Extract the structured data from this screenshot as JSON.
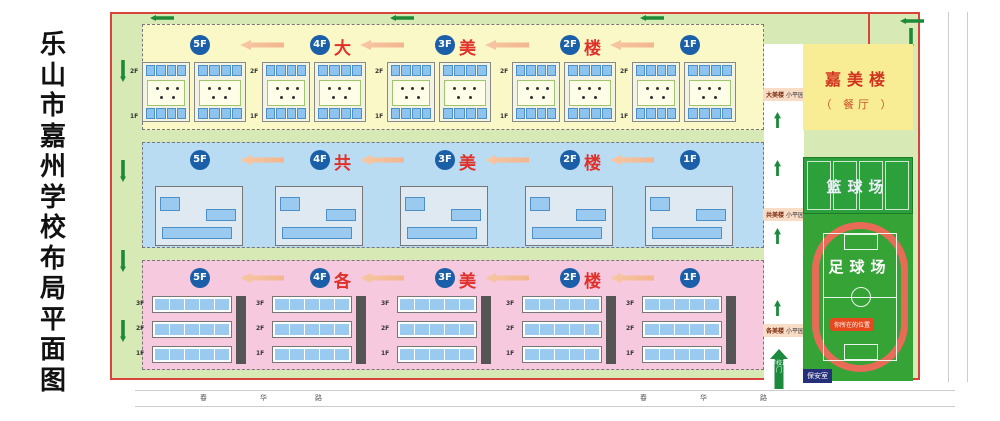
{
  "title": [
    "乐",
    "山",
    "市",
    "嘉",
    "州",
    "学",
    "校",
    "布",
    "局",
    "平",
    "面",
    "图"
  ],
  "rows": [
    {
      "name_chars": [
        "大",
        "美",
        "楼"
      ],
      "tag": "大美楼",
      "tag_sub": "小平园"
    },
    {
      "name_chars": [
        "共",
        "美",
        "楼"
      ],
      "tag": "共美楼",
      "tag_sub": "小平园"
    },
    {
      "name_chars": [
        "各",
        "美",
        "楼"
      ],
      "tag": "各美楼",
      "tag_sub": "小平园"
    }
  ],
  "floors": [
    "5F",
    "4F",
    "3F",
    "2F",
    "1F"
  ],
  "floor_labels": {
    "second": "2F",
    "first": "1F",
    "third": "3F"
  },
  "canteen": {
    "name": "嘉美楼",
    "sub": "（ 餐厅 ）"
  },
  "basketball": "篮球场",
  "football": "足球场",
  "you_are_here": "你所在的位置",
  "guard_room": "保安室",
  "main_gate": "学校正门",
  "road_bottom": [
    "春",
    "华",
    "路",
    "春",
    "华",
    "路"
  ],
  "colors": {
    "border": "#d9443a",
    "yellow_zone": "#fbf8c8",
    "blue_zone": "#b9dcf3",
    "pink_zone": "#f7c9de",
    "green": "#2ca03a"
  }
}
